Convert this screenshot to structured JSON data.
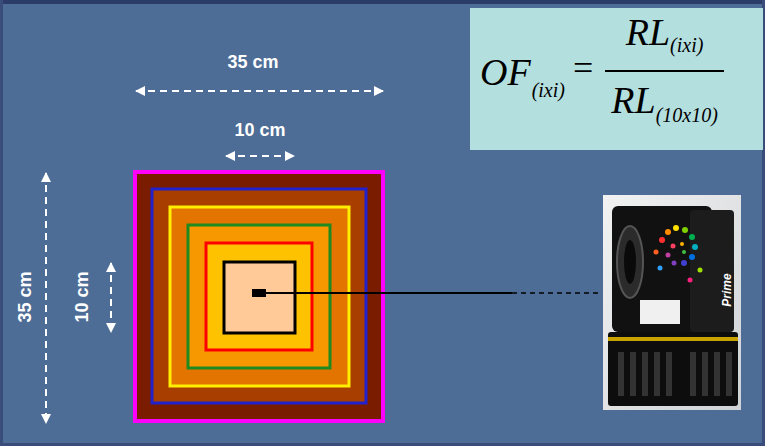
{
  "diagram": {
    "nodes": [
      {
        "text": [
          "OF",
          "(ixi)",
          "=",
          "RL",
          "(ixi)",
          "RL",
          "(10x10)"
        ]
      }
    ],
    "labels": [
      "35 cm",
      "10 cm",
      "35 cm",
      "10 cm",
      "Prime"
    ]
  }
}
